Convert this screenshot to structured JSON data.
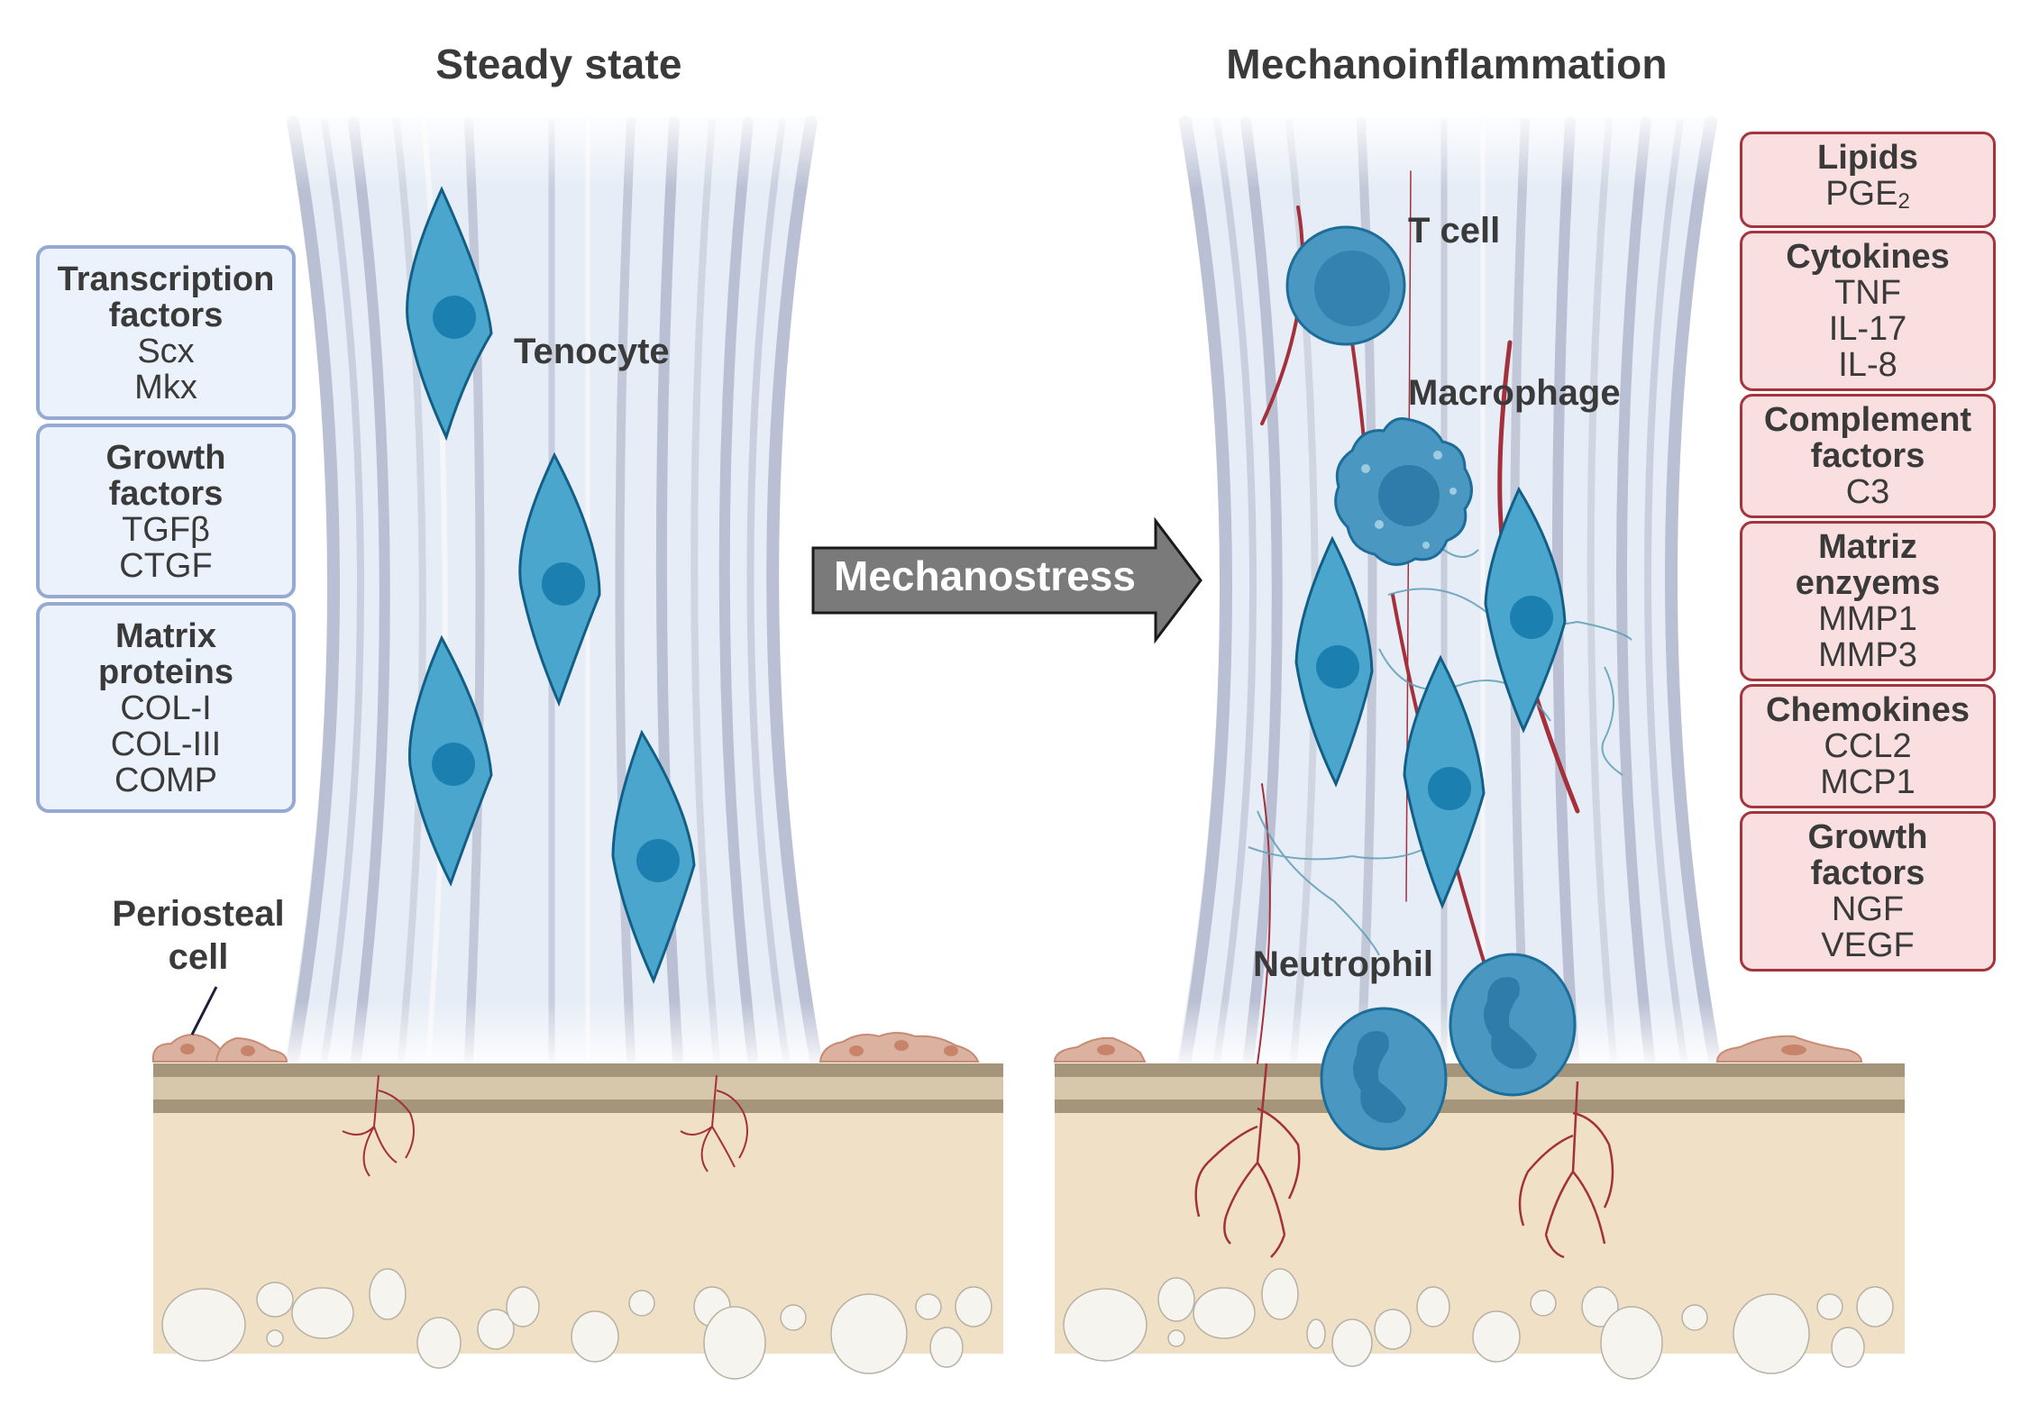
{
  "titles": {
    "left": "Steady state",
    "right": "Mechanoinflammation"
  },
  "arrow": {
    "label": "Mechanostress",
    "color": "#7a7a7a"
  },
  "left_panel": {
    "cell_labels": {
      "tenocyte": "Tenocyte",
      "periosteal_line1": "Periosteal",
      "periosteal_line2": "cell"
    },
    "boxes": [
      {
        "heading": "Transcription\nfactors",
        "items": [
          "Scx",
          "Mkx"
        ]
      },
      {
        "heading": "Growth\nfactors",
        "items": [
          "TGFβ",
          "CTGF"
        ]
      },
      {
        "heading": "Matrix\nproteins",
        "items": [
          "COL-I",
          "COL-III",
          "COMP"
        ]
      }
    ]
  },
  "right_panel": {
    "cell_labels": {
      "t_cell": "T cell",
      "macrophage": "Macrophage",
      "neutrophil": "Neutrophil"
    },
    "boxes": [
      {
        "heading": "Lipids",
        "items": [
          "PGE2"
        ]
      },
      {
        "heading": "Cytokines",
        "items": [
          "TNF",
          "IL-17",
          "IL-8"
        ]
      },
      {
        "heading": "Complement\nfactors",
        "items": [
          "C3"
        ]
      },
      {
        "heading": "Matriz\nenzyems",
        "items": [
          "MMP1",
          "MMP3"
        ]
      },
      {
        "heading": "Chemokines",
        "items": [
          "CCL2",
          "MCP1"
        ]
      },
      {
        "heading": "Growth\nfactors",
        "items": [
          "NGF",
          "VEGF"
        ]
      }
    ]
  },
  "colors": {
    "blue_box_fill": "#ecf2fb",
    "blue_box_border": "#95a9d2",
    "red_box_fill": "#f9dfe0",
    "red_box_border": "#a4343e",
    "cell_fill": "#4aa6cc",
    "nucleus_fill": "#1b7fb0",
    "vessel": "#a3303b",
    "bone": "#f0e0c6"
  }
}
